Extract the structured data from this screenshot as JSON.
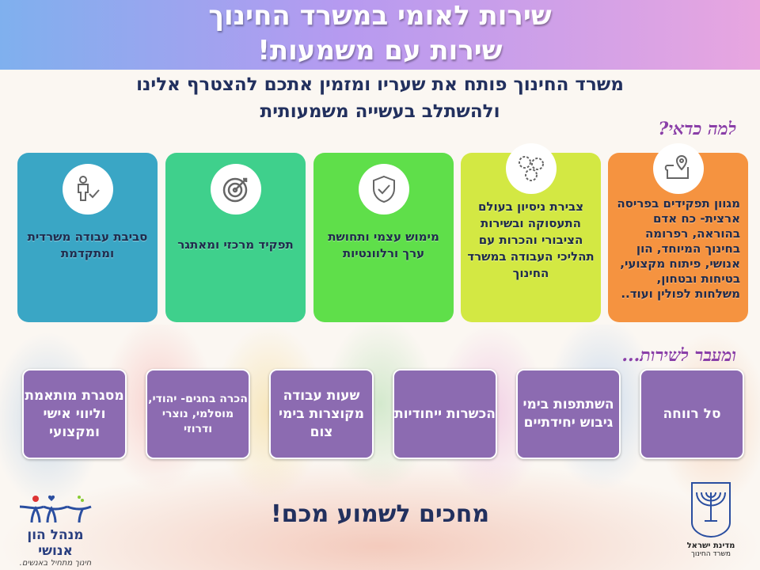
{
  "header": {
    "title_line1": "שירות לאומי במשרד החינוך",
    "title_line2": "שירות עם משמעות!"
  },
  "subtitle": {
    "line1": "משרד החינוך פותח את שעריו ומזמין אתכם להצטרף אלינו",
    "line2": "ולהשתלב בעשייה משמעותית"
  },
  "why_label": "למה כדאי?",
  "cards": [
    {
      "icon": "map-pin-icon",
      "color": "#f59340",
      "text": "מגוון תפקידים בפריסה ארצית- כח אדם בהוראה, רפרומה בחינוך המיוחד, הון אנושי, פיתוח מקצועי, בטיחות ובטחון, משלחות לפולין ועוד.."
    },
    {
      "icon": "gears-icon",
      "color": "#d3e843",
      "text": "צבירת ניסיון בעולם התעסוקה ובשירות הציבורי והכרות עם תהליכי העבודה במשרד החינוך"
    },
    {
      "icon": "shield-check-icon",
      "color": "#5fdf4a",
      "text": "מימוש עצמי ותחושת ערך ורלוונטיות"
    },
    {
      "icon": "target-icon",
      "color": "#3fd08c",
      "text": "תפקיד מרכזי ומאתגר"
    },
    {
      "icon": "person-check-icon",
      "color": "#3aa6c5",
      "text": "סביבת עבודה משרדית ומתקדמת"
    }
  ],
  "beyond_label": "ומעבר לשירות...",
  "benefits": [
    "סל רווחה",
    "השתתפות בימי גיבוש יחידתיים",
    "הכשרות ייחודיות",
    "שעות עבודה מקוצרות בימי צום",
    "הכרה בחגים- יהודי, מוסלמי, נוצרי ודרוזי",
    "מסגרת מותאמת וליווי אישי ומקצועי"
  ],
  "closing": "מחכים לשמוע מכם!",
  "logo_left": {
    "name": "מנהל הון אנושי",
    "tagline": "חינוך מתחיל באנשים."
  },
  "logo_right": {
    "line1": "מדינת ישראל",
    "line2": "משרד החינוך"
  }
}
